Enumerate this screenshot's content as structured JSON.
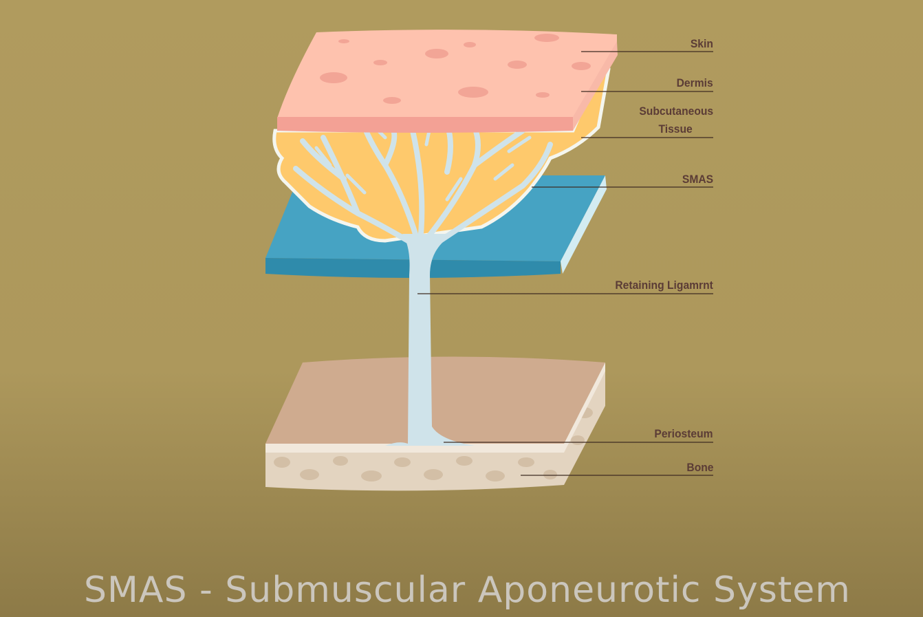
{
  "labels": {
    "skin": "Skin",
    "dermis": "Dermis",
    "subcutaneous_line1": "Subcutaneous",
    "subcutaneous_line2": "Tissue",
    "smas": "SMAS",
    "retaining_ligament": "Retaining Ligamrnt",
    "periosteum": "Periosteum",
    "bone": "Bone"
  },
  "title": "SMAS - Submuscular Aponeurotic System",
  "colors": {
    "skin": "#fdc3ae",
    "dermis": "#f3a195",
    "fat": "#fec96c",
    "smas": "#46a3c3",
    "ligament": "#cfe3ea",
    "periosteum": "#cfab8f",
    "bone": "#e3d4c0",
    "label": "#5b3c36"
  }
}
